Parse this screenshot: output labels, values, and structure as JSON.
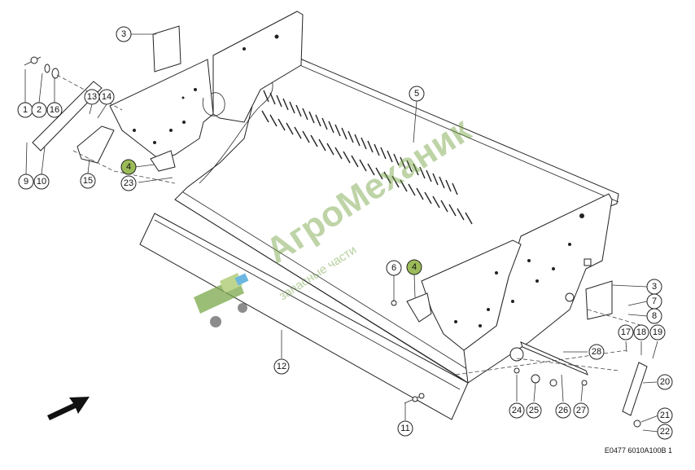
{
  "diagram": {
    "reference_code": "E0477 6010A100B 1",
    "highlight_color": "#9bbb59",
    "watermark": {
      "brand": "АгроМеханик",
      "subtitle": "запасные части",
      "color": "#7aa84a"
    },
    "callouts": [
      "1",
      "2",
      "16",
      "3",
      "5",
      "13",
      "14",
      "9",
      "10",
      "15",
      "4",
      "23",
      "6",
      "4",
      "3",
      "7",
      "8",
      "17",
      "18",
      "19",
      "28",
      "20",
      "12",
      "24",
      "25",
      "26",
      "27",
      "11",
      "21",
      "22"
    ]
  }
}
